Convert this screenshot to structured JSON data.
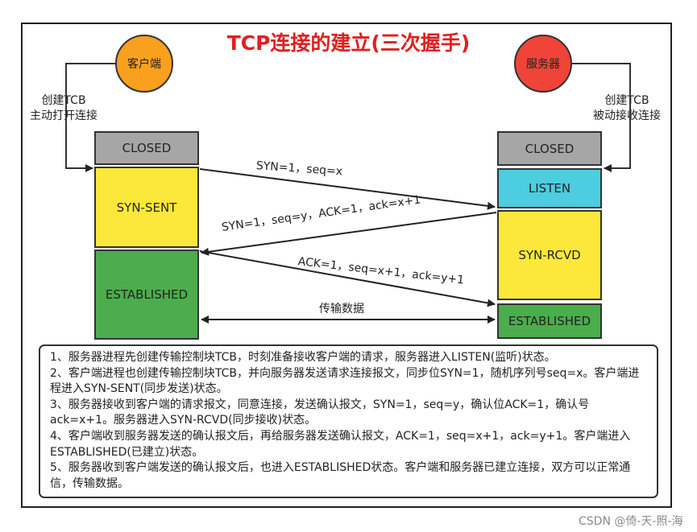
{
  "title": "TCP连接的建立(三次握手)",
  "client": {
    "label": "客户端",
    "note_lines": [
      "创建TCB",
      "主动打开连接"
    ],
    "states": [
      "CLOSED",
      "SYN-SENT",
      "ESTABLISHED"
    ]
  },
  "server": {
    "label": "服务器",
    "note_lines": [
      "创建TCB",
      "被动接收连接"
    ],
    "states": [
      "CLOSED",
      "LISTEN",
      "SYN-RCVD",
      "ESTABLISHED"
    ]
  },
  "messages": {
    "syn": "SYN=1，seq=x",
    "syn_ack": "SYN=1，seq=y，ACK=1，ack=x+1",
    "ack": "ACK=1，seq=x+1，ack=y+1",
    "data": "传输数据"
  },
  "notes": [
    "1、服务器进程先创建传输控制块TCB，时刻准备接收客户端的请求，服务器进入LISTEN(监听)状态。",
    "2、客户端进程也创建传输控制块TCB，并向服务器发送请求连接报文，同步位SYN=1，随机序列号seq=x。客户端进程进入SYN-SENT(同步发送)状态。",
    "3、服务器接收到客户端的请求报文，同意连接，发送确认报文，SYN=1，seq=y，确认位ACK=1，确认号ack=x+1。服务器进入SYN-RCVD(同步接收)状态。",
    "4、客户端收到服务器发送的确认报文后，再给服务器发送确认报文，ACK=1，seq=x+1，ack=y+1。客户端进入ESTABLISHED(已建立)状态。",
    "5、服务器收到客户端发送的确认报文后，也进入ESTABLISHED状态。客户端和服务器已建立连接，双方可以正常通信，传输数据。"
  ],
  "watermark": "CSDN @倚-天-照-海",
  "colors": {
    "title": "#e02020",
    "client_circle": "#f9a01e",
    "server_circle": "#f04438",
    "closed": "#a6a6a6",
    "syn_state": "#fce83a",
    "listen": "#4dcde0",
    "established": "#4bad4c"
  }
}
